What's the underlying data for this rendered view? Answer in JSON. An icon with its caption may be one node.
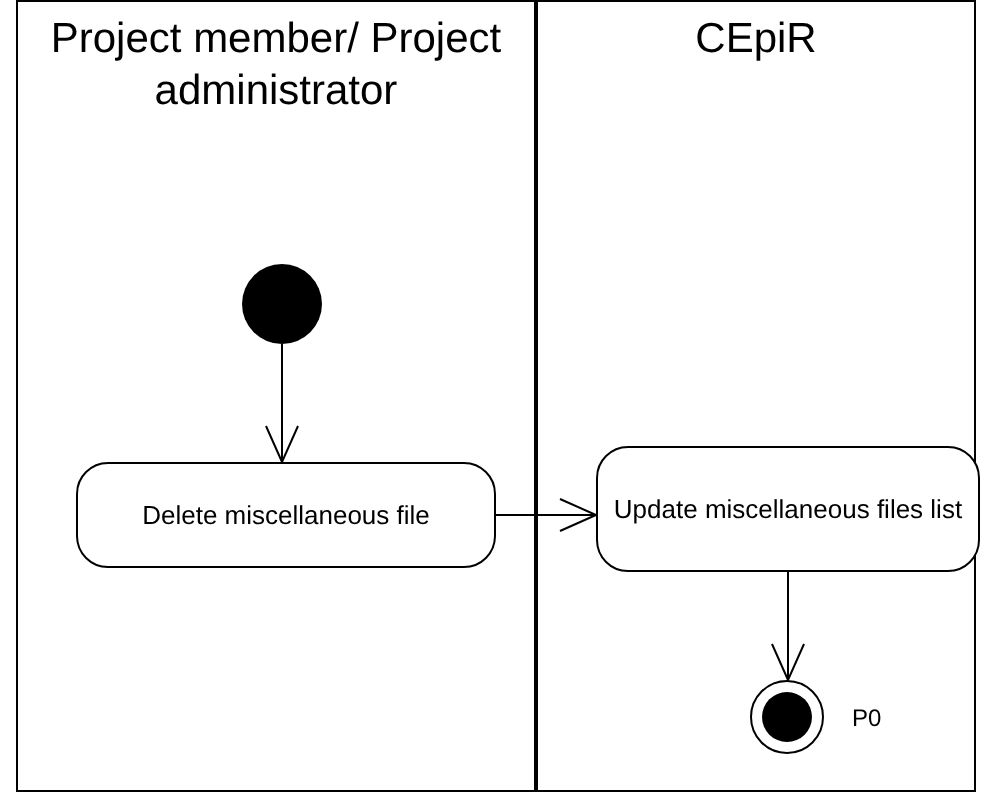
{
  "diagram": {
    "nodes": [
      {
        "text": [
          "Project member/ Project administrator"
        ]
      },
      {
        "text": [
          "CEpiR"
        ]
      },
      {
        "text": [],
        "shape": "circle",
        "in": 0
      },
      {
        "text": [
          "Delete miscellaneous file"
        ],
        "in": 0
      },
      {
        "text": [
          "Update miscellaneous files list"
        ],
        "in": 1
      },
      {
        "text": [],
        "shape": "circle",
        "in": 1,
        "beside": [
          "P0"
        ]
      }
    ],
    "edges": [
      {
        "from": 2,
        "to": 3,
        "arrow": "to"
      },
      {
        "from": 3,
        "to": 4,
        "arrow": "to"
      },
      {
        "from": 4,
        "to": 5,
        "arrow": "to"
      }
    ]
  }
}
